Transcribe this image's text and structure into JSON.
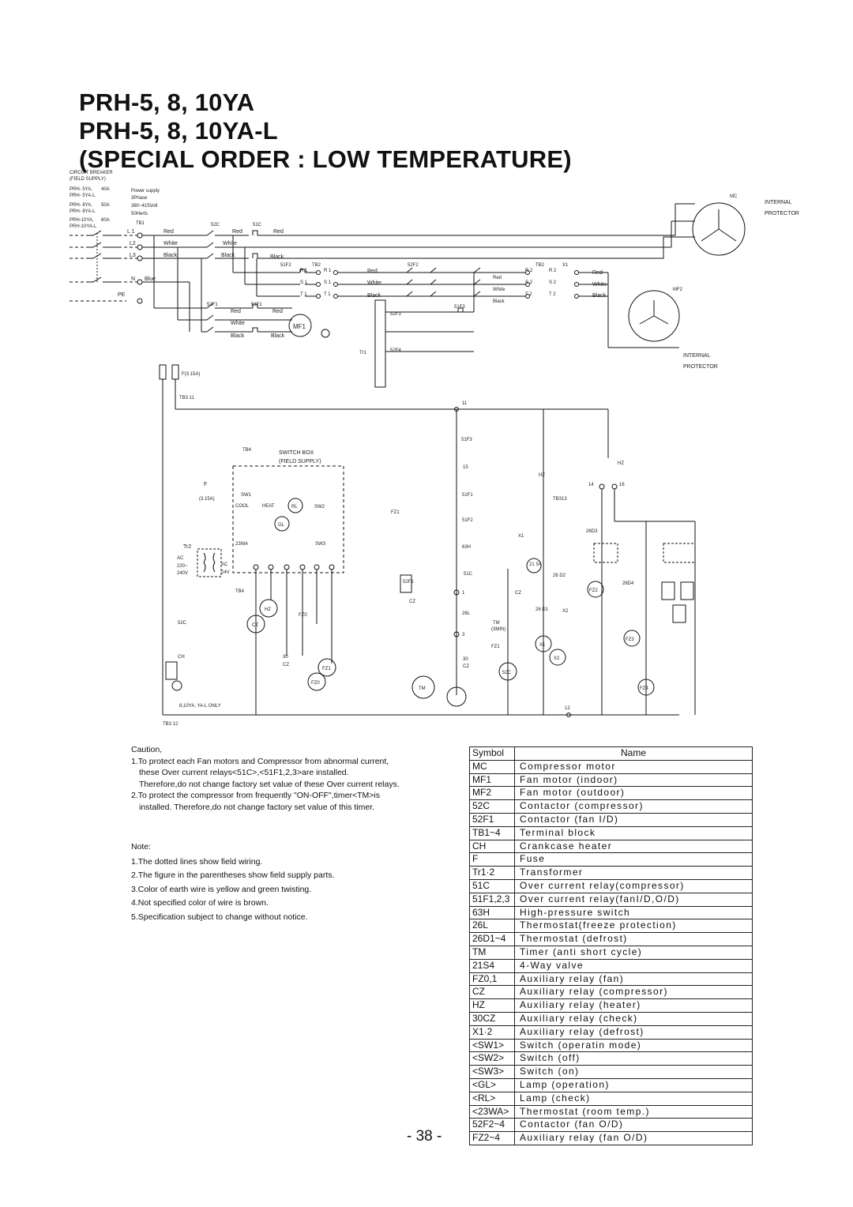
{
  "title": {
    "line1": "PRH-5, 8, 10YA",
    "line2": "PRH-5, 8, 10YA-L",
    "line3": "(SPECIAL ORDER : LOW TEMPERATURE)"
  },
  "diagram_labels": {
    "circuit_breaker": "CIRCUIT BREAKER",
    "field_supply": "(FIELD SUPPLY)",
    "prh5ya": "PRH- 5YA,",
    "prh5yal": "PRH- 5YA-L",
    "prh8ya": "PRH- 8YA,",
    "prh8yal": "PRH- 8YA-L",
    "prh10ya": "PRH-10YA,",
    "prh10yal": "PRH-10YA-L",
    "a40": "40A",
    "a50": "50A",
    "a60": "60A",
    "power_supply": "Power supply",
    "phase": "3Phase",
    "volt": "380~415Volt",
    "herts": "50Herts",
    "tb1": "TB1",
    "l1": "L 1",
    "l2": "L2",
    "l3": "L3",
    "n": "N",
    "pe": "PE",
    "red": "Red",
    "white": "White",
    "black": "Black",
    "blue": "Blue",
    "c52": "52C",
    "c51": "51C",
    "f51f2": "51F2",
    "f51f1": "51F1",
    "f52f1": "52F1",
    "f52f2": "52F2",
    "f52f3": "52F3",
    "f52f4": "52F4",
    "f51f3": "51F3",
    "tb2": "TB2",
    "x1": "X1",
    "mc": "MC",
    "mf1": "MF1",
    "mf2": "MF2",
    "internal": "INTERNAL",
    "protector": "PROTECTOR",
    "r1": "R 1",
    "s1": "S 1",
    "t1": "T 1",
    "r2": "R 2",
    "s2": "S 2",
    "t2": "T 2",
    "tr1": "Tr1",
    "tr2": "Tr2",
    "fuse1": "F(3.15A)",
    "tb3_11": "TB3  11",
    "tb3_12": "TB3  12",
    "tb4": "TB4",
    "switch_box": "SWITCH BOX",
    "sw1": "SW1",
    "sw2": "SW2",
    "sw3": "SW3",
    "cool": "COOL",
    "heat": "HEAT",
    "rl": "RL",
    "gl": "GL",
    "wa23": "23WA",
    "f": "F",
    "a315": "(3.15A)",
    "ac": "AC",
    "v220": "220~",
    "v240": "240V",
    "v24": "24V",
    "hz": "HZ",
    "cz": "CZ",
    "fz0": "FZ0",
    "fz1": "FZ1",
    "fz2": "FZ2",
    "fz3": "FZ3",
    "fz4": "FZ4",
    "ch": "CH",
    "cz30": "30",
    "czlbl": "CZ",
    "only": "8,10YA, YA-L ONLY",
    "n11": "11",
    "n12": "12",
    "n14": "14",
    "n15": "15",
    "n16": "16",
    "h63": "63H",
    "c51b": "51C",
    "l26": "26L",
    "tb313": "TB313",
    "s421": "21 S4",
    "d26": "26 D2",
    "d26b": "26 D1",
    "d26c3": "26D3",
    "d26d4": "26D4",
    "x2": "X2",
    "tm": "TM",
    "min3": "(3MIN)",
    "c52b": "52C",
    "tmlbl": "TM",
    "n1": "1",
    "n3": "3"
  },
  "caution": {
    "heading": "Caution,",
    "item1a": "1.To protect each Fan motors and Compressor from abnormal current,",
    "item1b": "these Over current relays<51C>,<51F1,2,3>are installed.",
    "item1c": "Therefore,do not change factory set value of these Over current relays.",
    "item2a": "2.To protect the compressor from frequently \"ON-OFF\",timer<TM>is",
    "item2b": "installed. Therefore,do not change factory set value of this timer."
  },
  "note": {
    "heading": "Note:",
    "items": [
      "1.The dotted lines show field wiring.",
      "2.The figure in the parentheses show field supply parts.",
      "3.Color of earth wire is yellow and green twisting.",
      "4.Not specified color of wire is brown.",
      "5.Specification subject to change without notice."
    ]
  },
  "symbol_table": {
    "head_symbol": "Symbol",
    "head_name": "Name",
    "rows": [
      {
        "symbol": "MC",
        "name": "Compressor motor"
      },
      {
        "symbol": "MF1",
        "name": "Fan motor (indoor)"
      },
      {
        "symbol": "MF2",
        "name": "Fan motor (outdoor)"
      },
      {
        "symbol": "52C",
        "name": "Contactor (compressor)"
      },
      {
        "symbol": "52F1",
        "name": "Contactor (fan I/D)"
      },
      {
        "symbol": "TB1~4",
        "name": "Terminal block"
      },
      {
        "symbol": "CH",
        "name": "Crankcase heater"
      },
      {
        "symbol": "F",
        "name": "Fuse"
      },
      {
        "symbol": "Tr1·2",
        "name": "Transformer"
      },
      {
        "symbol": "51C",
        "name": "Over current relay(compressor)"
      },
      {
        "symbol": "51F1,2,3",
        "name": "Over current relay(fanI/D,O/D)"
      },
      {
        "symbol": "63H",
        "name": "High-pressure switch"
      },
      {
        "symbol": "26L",
        "name": "Thermostat(freeze protection)"
      },
      {
        "symbol": "26D1~4",
        "name": "Thermostat (defrost)"
      },
      {
        "symbol": "TM",
        "name": "Timer (anti short cycle)"
      },
      {
        "symbol": "21S4",
        "name": "4-Way valve"
      },
      {
        "symbol": "FZ0,1",
        "name": "Auxiliary relay (fan)"
      },
      {
        "symbol": "CZ",
        "name": "Auxiliary relay (compressor)"
      },
      {
        "symbol": "HZ",
        "name": "Auxiliary relay (heater)"
      },
      {
        "symbol": "30CZ",
        "name": "Auxiliary relay (check)"
      },
      {
        "symbol": "X1·2",
        "name": "Auxiliary relay (defrost)"
      },
      {
        "symbol": "<SW1>",
        "name": "Switch (operatin mode)"
      },
      {
        "symbol": "<SW2>",
        "name": "Switch (off)"
      },
      {
        "symbol": "<SW3>",
        "name": "Switch (on)"
      },
      {
        "symbol": "<GL>",
        "name": "Lamp (operation)"
      },
      {
        "symbol": "<RL>",
        "name": "Lamp (check)"
      },
      {
        "symbol": "<23WA>",
        "name": "Thermostat (room temp.)"
      },
      {
        "symbol": "52F2~4",
        "name": "Contactor (fan O/D)"
      },
      {
        "symbol": "FZ2~4",
        "name": "Auxiliary relay (fan O/D)"
      }
    ]
  },
  "page_number": "- 38 -"
}
